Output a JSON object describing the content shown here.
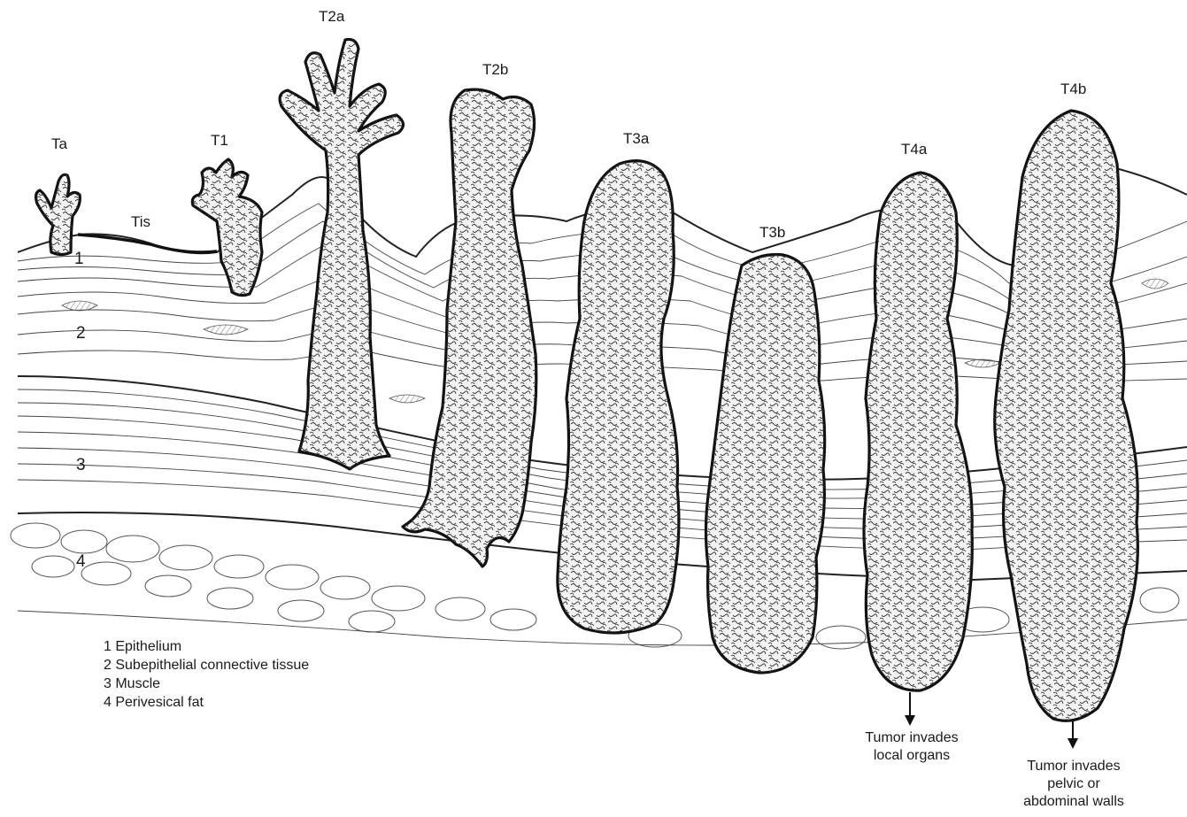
{
  "stages": [
    {
      "id": "ta",
      "label": "Ta"
    },
    {
      "id": "tis",
      "label": "Tis"
    },
    {
      "id": "t1",
      "label": "T1"
    },
    {
      "id": "t2a",
      "label": "T2a"
    },
    {
      "id": "t2b",
      "label": "T2b"
    },
    {
      "id": "t3a",
      "label": "T3a"
    },
    {
      "id": "t3b",
      "label": "T3b"
    },
    {
      "id": "t4a",
      "label": "T4a"
    },
    {
      "id": "t4b",
      "label": "T4b"
    }
  ],
  "layer_numbers": [
    "1",
    "2",
    "3",
    "4"
  ],
  "legend": [
    "1 Epithelium",
    "2 Subepithelial connective tissue",
    "3 Muscle",
    "4 Perivesical fat"
  ],
  "notes": {
    "t4a": [
      "Tumor invades",
      "local organs"
    ],
    "t4b": [
      "Tumor invades",
      "pelvic or",
      "abdominal walls"
    ]
  }
}
